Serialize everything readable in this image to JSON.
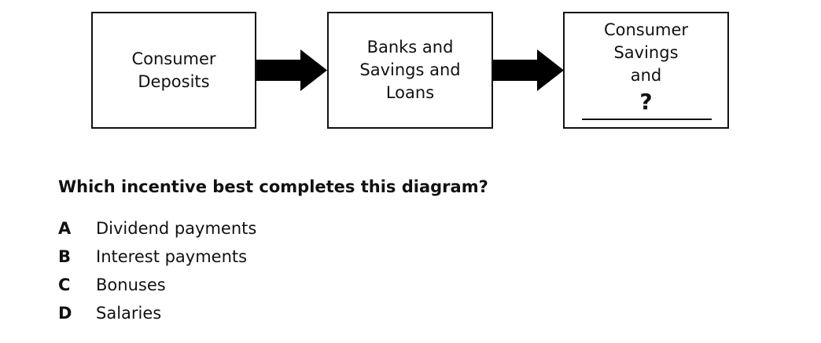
{
  "diagram": {
    "boxes": [
      {
        "lines": [
          "Consumer",
          "Deposits"
        ]
      },
      {
        "lines": [
          "Banks and",
          "Savings and",
          "Loans"
        ]
      },
      {
        "lines": [
          "Consumer",
          "Savings",
          "and"
        ],
        "unknown": "?"
      }
    ]
  },
  "question": "Which incentive best completes this diagram?",
  "choices": [
    {
      "letter": "A",
      "text": "Dividend payments"
    },
    {
      "letter": "B",
      "text": "Interest payments"
    },
    {
      "letter": "C",
      "text": "Bonuses"
    },
    {
      "letter": "D",
      "text": "Salaries"
    }
  ]
}
